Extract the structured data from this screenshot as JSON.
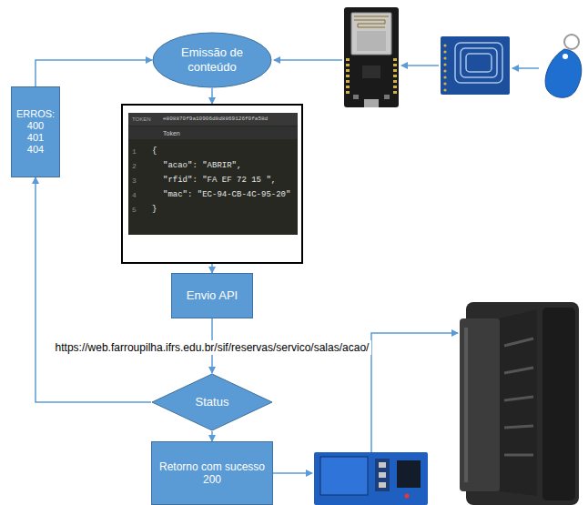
{
  "diagram": {
    "nodes": [
      {
        "text": [
          "Emissão de conteúdo"
        ]
      },
      {
        "text": [
          "ERROS:",
          "400",
          "401",
          "404"
        ]
      },
      {
        "text": [
          "TOKEN",
          "e808870f9a10906d8d8869126f0fa58d",
          "Token",
          "1",
          "{",
          "2",
          "\"acao\": \"ABRIR\",",
          "3",
          "\"rfid\": \"FA EF 72 15 \",",
          "4",
          "\"mac\": \"EC-94-CB-4C-95-20\"",
          "5",
          "}"
        ]
      },
      {
        "text": [
          "Envio API"
        ]
      },
      {
        "text": [
          "Status"
        ]
      },
      {
        "text": [
          "Retorno com sucesso",
          "200"
        ]
      }
    ],
    "edges": [
      {
        "from": 0,
        "to": 2,
        "arrow": "to"
      },
      {
        "from": 2,
        "to": 3,
        "arrow": "to"
      },
      {
        "from": 3,
        "to": 4,
        "arrow": "to",
        "label": "https://web.farroupilha.ifrs.edu.br/sif/reservas/servico/salas/acao/"
      },
      {
        "from": 4,
        "to": 5,
        "arrow": "to"
      },
      {
        "from": 4,
        "to": 1,
        "arrow": "to"
      },
      {
        "from": 1,
        "to": 0,
        "arrow": "to"
      }
    ]
  }
}
